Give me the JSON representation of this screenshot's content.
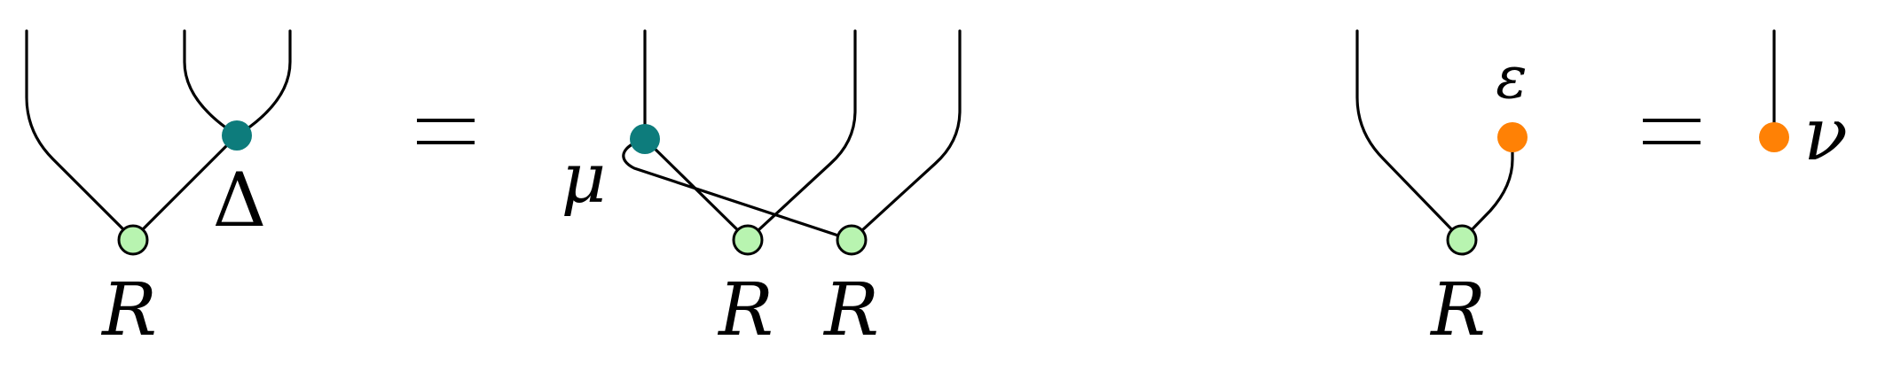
{
  "colors": {
    "comultiplication_node": "#0d7c7c",
    "multiplication_node": "#0d7c7c",
    "R_node": "#b8f4b0",
    "counit_node": "#ff8105",
    "unit_node": "#ff8105",
    "stroke": "#000000"
  },
  "equation1": {
    "lhs": {
      "R_label": "R",
      "Delta_label": "Δ"
    },
    "rhs": {
      "mu_label": "μ",
      "R_left_label": "R",
      "R_right_label": "R"
    }
  },
  "equation2": {
    "lhs": {
      "epsilon_label": "ε",
      "R_label": "R"
    },
    "rhs": {
      "nu_label": "ν"
    }
  }
}
